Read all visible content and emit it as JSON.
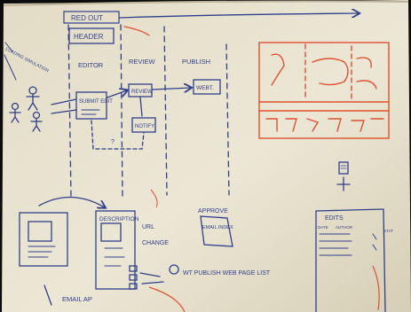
{
  "photo": {
    "subject": "whiteboard-workflow-sketch",
    "colors": {
      "board": "#e9e3cf",
      "board_shadow": "#c9bfa6",
      "frame": "#0c0c0c",
      "blue_ink": "#2f3f8c",
      "red_ink": "#e0502e"
    },
    "labels": {
      "top_banner": "RED OUT",
      "header": "HEADER",
      "lane_editor": "EDITOR",
      "lane_review": "REVIEW",
      "lane_publish": "PUBLISH",
      "box_submit": "SUBMIT EDIT",
      "box_review": "REVIEW",
      "box_notify": "NOTIFY",
      "box_publish": "WEBT.",
      "description": "DESCRIPTION",
      "url": "URL",
      "change": "CHANGE",
      "approve": "APPROVE",
      "email_index": "EMAIL INDEX",
      "publish_list": "WT PUBLISH WEB PAGE LIST",
      "email_ap": "EMAIL AP",
      "edits": "EDITS",
      "edits_col1": "DATE",
      "edits_col2": "AUTHOR",
      "edits_col3": "STAT",
      "corner_note": "LOADING SIMULATION"
    }
  }
}
